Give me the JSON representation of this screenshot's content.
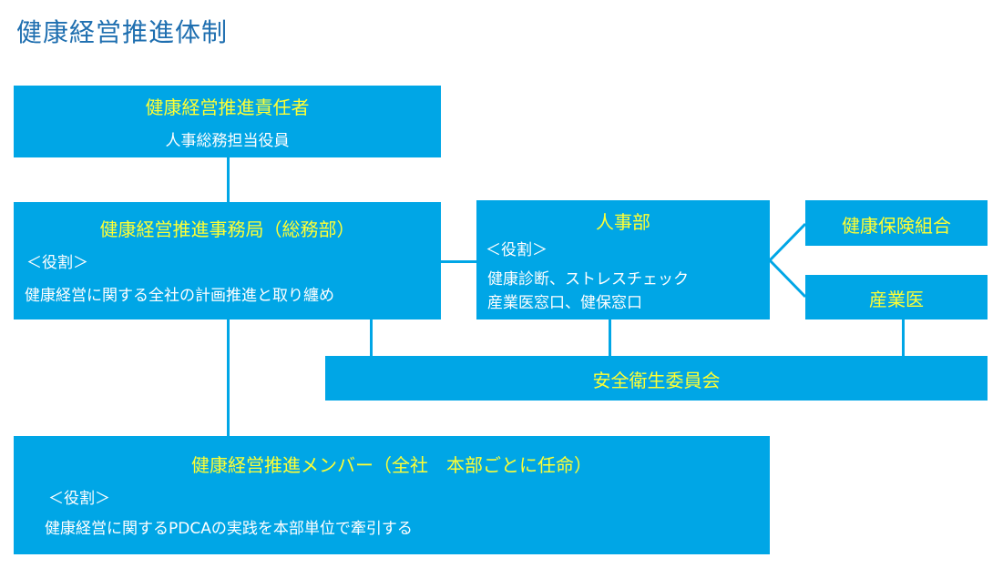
{
  "title": "健康経営推進体制",
  "boxes": {
    "responsible": {
      "head": "健康経営推進責任者",
      "sub": "人事総務担当役員"
    },
    "office": {
      "head": "健康経営推進事務局（総務部）",
      "role_label": "＜役割＞",
      "role": "健康経営に関する全社の計画推進と取り纏め"
    },
    "hr": {
      "head": "人事部",
      "role_label": "＜役割＞",
      "role_line1": "健康診断、ストレスチェック",
      "role_line2": "産業医窓口、健保窓口"
    },
    "union": {
      "head": "健康保険組合"
    },
    "doctor": {
      "head": "産業医"
    },
    "committee": {
      "head": "安全衛生委員会"
    },
    "members": {
      "head": "健康経営推進メンバー（全社　本部ごとに任命）",
      "role_label": "＜役割＞",
      "role": "健康経営に関するPDCAの実践を本部単位で牽引する"
    }
  },
  "colors": {
    "box": "#00a6e6",
    "heading": "#ffff33",
    "text": "#ffffff",
    "title": "#1f6fb0"
  }
}
